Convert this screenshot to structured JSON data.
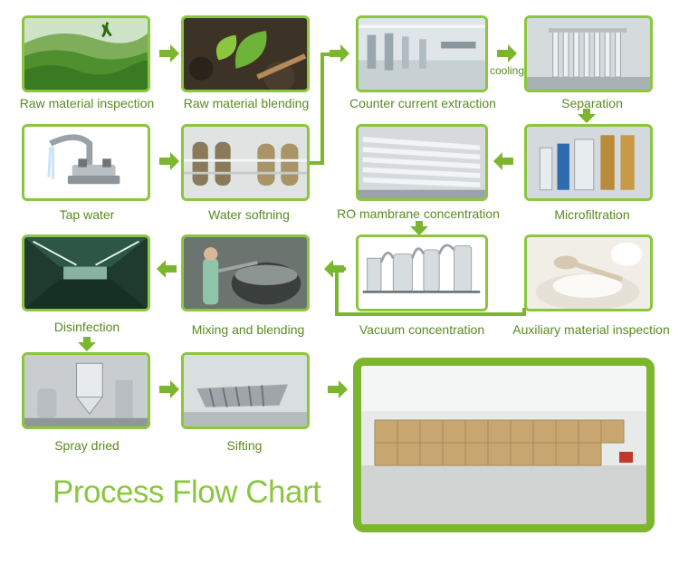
{
  "title": "Process Flow Chart",
  "accent_color": "#8cc63f",
  "label_color": "#5a8a22",
  "cooling_label": "cooling",
  "steps": [
    {
      "label": "Raw material inspection",
      "photo": "tea-plantation"
    },
    {
      "label": "Raw material blending",
      "photo": "tea-leaves-soil"
    },
    {
      "label": "Counter current extraction",
      "photo": "extraction-factory-hall"
    },
    {
      "label": "Separation",
      "photo": "membrane-separation-columns"
    },
    {
      "label": "Tap water",
      "photo": "faucet"
    },
    {
      "label": "Water softning",
      "photo": "water-softener-tanks"
    },
    {
      "label": "RO mambrane concentration",
      "photo": "ro-membrane-tubes"
    },
    {
      "label": "Microfiltration",
      "photo": "filtration-tanks"
    },
    {
      "label": "Disinfection",
      "photo": "clean-room-corridor"
    },
    {
      "label": "Mixing and blending",
      "photo": "worker-mixing-vessel"
    },
    {
      "label": "Vacuum concentration",
      "photo": "vacuum-evaporator"
    },
    {
      "label": "Auxiliary material inspection",
      "photo": "white-powder-spoon"
    },
    {
      "label": "Spray dried",
      "photo": "spray-dryer"
    },
    {
      "label": "Sifting",
      "photo": "sifting-machine"
    },
    {
      "label": "",
      "photo": "warehouse-boxes"
    }
  ]
}
